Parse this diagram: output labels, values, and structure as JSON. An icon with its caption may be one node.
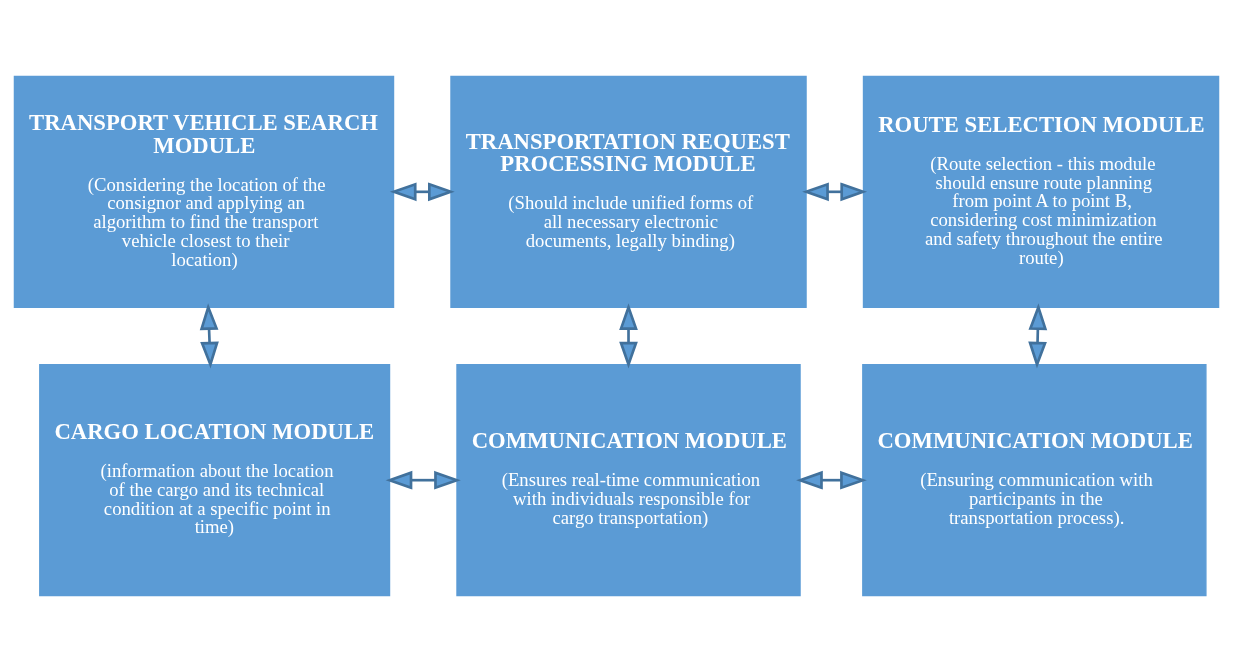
{
  "diagram": {
    "nodes": [
      {
        "text": [
          "TRANSPORT VEHICLE SEARCH MODULE",
          "(Considering the location of the consignor and applying an algorithm to find the transport vehicle closest to their location)"
        ]
      },
      {
        "text": [
          "TRANSPORTATION REQUEST PROCESSING MODULE",
          "(Should include unified forms of all necessary electronic documents, legally binding)"
        ]
      },
      {
        "text": [
          "ROUTE SELECTION MODULE",
          "(Route selection - this module should ensure route planning from point A to point B, considering cost minimization and safety throughout the entire route)"
        ]
      },
      {
        "text": [
          "CARGO LOCATION MODULE",
          "(information about the location of the cargo and its technical condition at a specific point in time)"
        ]
      },
      {
        "text": [
          "COMMUNICATION MODULE",
          "(Ensures real-time communication with individuals responsible for cargo transportation)"
        ]
      },
      {
        "text": [
          "COMMUNICATION MODULE",
          "(Ensuring communication with participants in the transportation process)."
        ]
      }
    ],
    "edges": [
      {
        "from": 0,
        "to": 1,
        "arrow": "both"
      },
      {
        "from": 1,
        "to": 2,
        "arrow": "both"
      },
      {
        "from": 0,
        "to": 3,
        "arrow": "both"
      },
      {
        "from": 1,
        "to": 4,
        "arrow": "both"
      },
      {
        "from": 2,
        "to": 5,
        "arrow": "both"
      },
      {
        "from": 3,
        "to": 4,
        "arrow": "both"
      },
      {
        "from": 4,
        "to": 5,
        "arrow": "both"
      }
    ]
  }
}
